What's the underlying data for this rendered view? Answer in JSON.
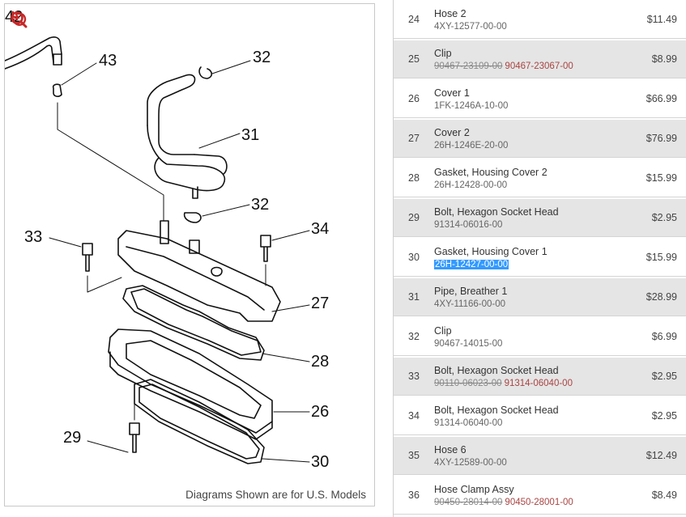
{
  "toolbar": {
    "reset_icon": "rotate-ccw-icon",
    "zoom_in_icon": "zoom-in-icon",
    "zoom_out_icon": "zoom-out-icon",
    "accent": "#c62828"
  },
  "diagram": {
    "callouts": [
      "42",
      "43",
      "32",
      "31",
      "32",
      "34",
      "33",
      "27",
      "28",
      "26",
      "29",
      "30"
    ],
    "note": "Diagrams Shown are for U.S. Models"
  },
  "parts": [
    {
      "num": "24",
      "name": "Hose 2",
      "pn": "4XY-12577-00-00",
      "price": "$11.49"
    },
    {
      "num": "25",
      "name": "Clip",
      "pn_old": "90467-23109-00",
      "pn_new": "90467-23067-00",
      "price": "$8.99"
    },
    {
      "num": "26",
      "name": "Cover 1",
      "pn": "1FK-1246A-10-00",
      "price": "$66.99"
    },
    {
      "num": "27",
      "name": "Cover 2",
      "pn": "26H-1246E-20-00",
      "price": "$76.99"
    },
    {
      "num": "28",
      "name": "Gasket, Housing Cover 2",
      "pn": "26H-12428-00-00",
      "price": "$15.99"
    },
    {
      "num": "29",
      "name": "Bolt, Hexagon Socket Head",
      "pn": "91314-06016-00",
      "price": "$2.95"
    },
    {
      "num": "30",
      "name": "Gasket, Housing Cover 1",
      "pn": "26H-12427-00-00",
      "price": "$15.99"
    },
    {
      "num": "31",
      "name": "Pipe, Breather 1",
      "pn": "4XY-11166-00-00",
      "price": "$28.99"
    },
    {
      "num": "32",
      "name": "Clip",
      "pn": "90467-14015-00",
      "price": "$6.99"
    },
    {
      "num": "33",
      "name": "Bolt, Hexagon Socket Head",
      "pn_old": "90110-06023-00",
      "pn_new": "91314-06040-00",
      "price": "$2.95"
    },
    {
      "num": "34",
      "name": "Bolt, Hexagon Socket Head",
      "pn": "91314-06040-00",
      "price": "$2.95"
    },
    {
      "num": "35",
      "name": "Hose 6",
      "pn": "4XY-12589-00-00",
      "price": "$12.49"
    },
    {
      "num": "36",
      "name": "Hose Clamp Assy",
      "pn_old": "90450-28014-00",
      "pn_new": "90450-28001-00",
      "price": "$8.49"
    }
  ]
}
